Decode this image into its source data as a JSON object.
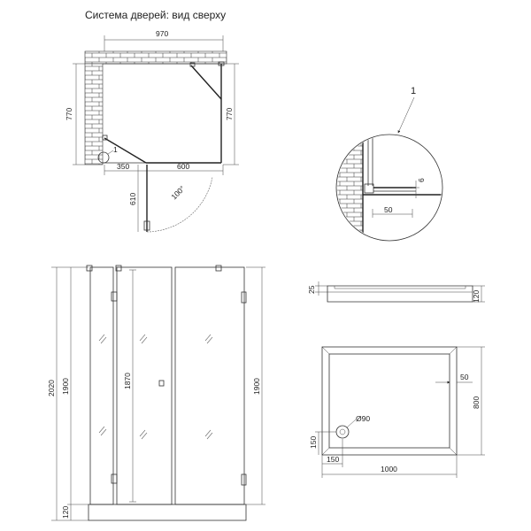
{
  "title": "Система дверей: вид сверху",
  "callout_label": "1",
  "top_view": {
    "dim_width": "970",
    "dim_height_left": "770",
    "dim_height_right": "770",
    "dim_bottom_left": "350",
    "dim_bottom_right": "600",
    "dim_door": "610",
    "dim_angle": "100°",
    "marker_label": "1"
  },
  "detail_view": {
    "dim_6": "6",
    "dim_50": "50"
  },
  "front_view": {
    "dim_total_height": "2020",
    "dim_panel_height_left": "1900",
    "dim_door_height": "1870",
    "dim_panel_height_right": "1900",
    "dim_tray_height": "120"
  },
  "tray_side": {
    "dim_lip": "25",
    "dim_height": "120"
  },
  "tray_top": {
    "dim_inset": "50",
    "dim_depth": "800",
    "dim_drain": "Ø90",
    "dim_drain_y": "150",
    "dim_drain_x": "150",
    "dim_width": "1000"
  }
}
